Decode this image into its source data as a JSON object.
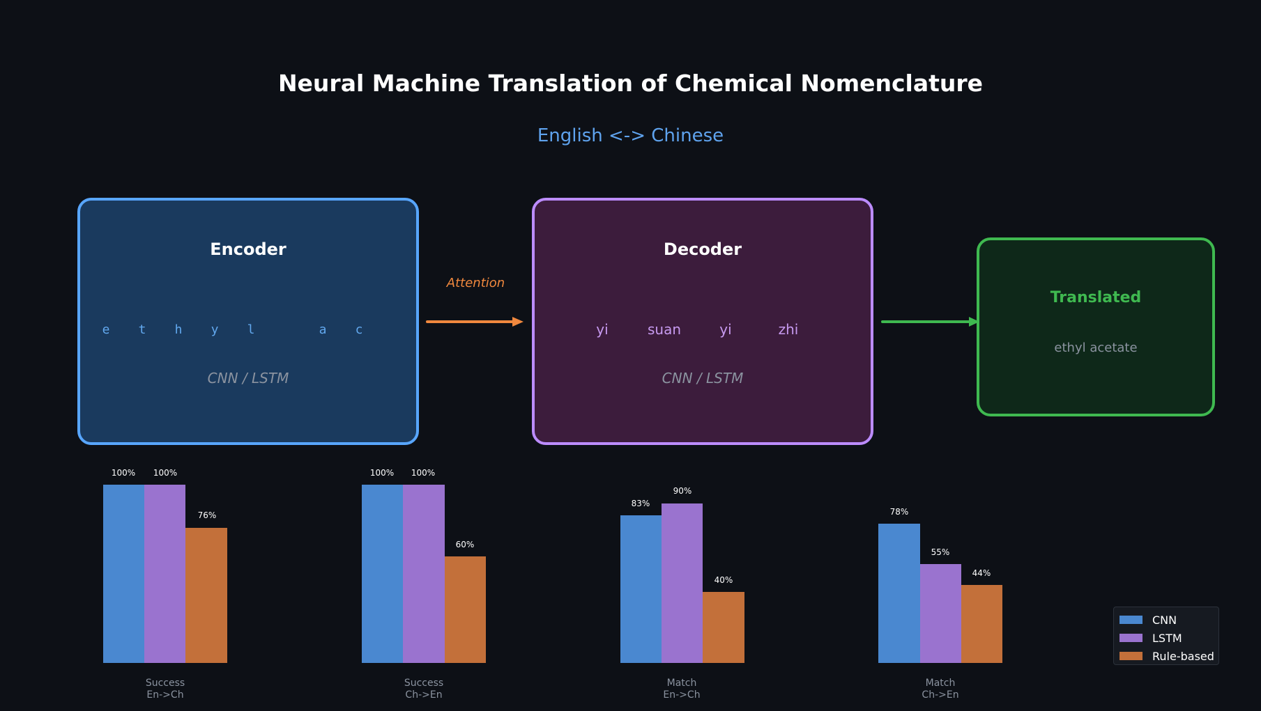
{
  "header": {
    "title": "Neural Machine Translation of Chemical Nomenclature",
    "subtitle": "English <-> Chinese"
  },
  "diagram": {
    "encoder": {
      "title": "Encoder",
      "tokens": [
        "e",
        "t",
        "h",
        "y",
        "l",
        "a",
        "c"
      ],
      "model_label": "CNN / LSTM",
      "border_color": "#58a6ff",
      "fill_color": "#1a3a5e"
    },
    "attention": {
      "label": "Attention",
      "color": "#f0883e"
    },
    "decoder": {
      "title": "Decoder",
      "tokens": [
        "yi",
        "suan",
        "yi",
        "zhi"
      ],
      "model_label": "CNN / LSTM",
      "border_color": "#bc8cff",
      "fill_color": "#3c1c3c"
    },
    "output": {
      "title": "Translated",
      "text": "ethyl acetate",
      "border_color": "#3fb950",
      "fill_color": "#0e2819"
    }
  },
  "chart_data": {
    "type": "bar",
    "title": "",
    "xlabel": "",
    "ylabel": "",
    "ylim": [
      0,
      100
    ],
    "grid": false,
    "legend_position": "lower right",
    "categories": [
      "Success\nEn->Ch",
      "Success\nCh->En",
      "Match\nEn->Ch",
      "Match\nCh->En"
    ],
    "category_lines": [
      [
        "Success",
        "En->Ch"
      ],
      [
        "Success",
        "Ch->En"
      ],
      [
        "Match",
        "En->Ch"
      ],
      [
        "Match",
        "Ch->En"
      ]
    ],
    "series": [
      {
        "name": "CNN",
        "color": "#4a88d0",
        "values": [
          100,
          100,
          83,
          78
        ],
        "labels": [
          "100%",
          "100%",
          "83%",
          "78%"
        ]
      },
      {
        "name": "LSTM",
        "color": "#9a73cf",
        "values": [
          100,
          100,
          90,
          55
        ],
        "labels": [
          "100%",
          "100%",
          "90%",
          "55%"
        ]
      },
      {
        "name": "Rule-based",
        "color": "#c3703a",
        "values": [
          76,
          60,
          40,
          44
        ],
        "labels": [
          "76%",
          "60%",
          "40%",
          "44%"
        ]
      }
    ]
  },
  "legend": {
    "items": [
      {
        "label": "CNN",
        "color": "#4a88d0"
      },
      {
        "label": "LSTM",
        "color": "#9a73cf"
      },
      {
        "label": "Rule-based",
        "color": "#c3703a"
      }
    ]
  }
}
